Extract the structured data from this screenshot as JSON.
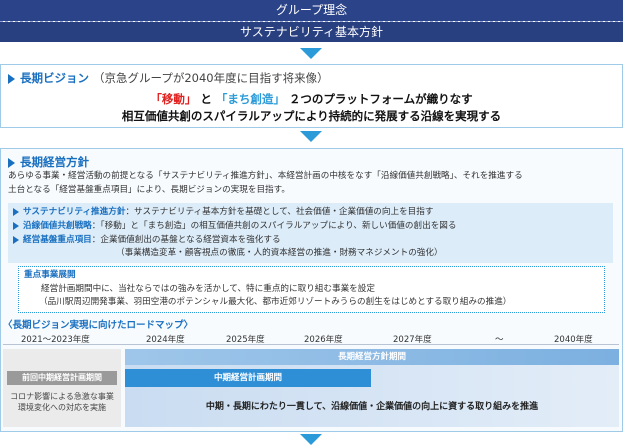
{
  "header": {
    "group_philosophy": "グループ理念",
    "sustainability_policy": "サステナビリティ基本方針"
  },
  "long_term_vision": {
    "title": "長期ビジョン",
    "subtitle": "（京急グループが2040年度に目指す将来像）",
    "q_open1": "「",
    "keyword1": "移動",
    "q_close1": "」",
    "and": "と",
    "q_open2": "「",
    "keyword2": "まち創造",
    "q_close2": "」",
    "line1_rest": "２つのプラットフォームが織りなす",
    "line2": "相互価値共創のスパイラルアップにより持続的に発展する沿線を実現する"
  },
  "long_term_strategy": {
    "title": "長期経営方針",
    "intro_line1": "あらゆる事業・経営活動の前提となる「サステナビリティ推進方針」、本経営計画の中核をなす「沿線価値共創戦略」、それを推進する",
    "intro_line2": "土台となる「経営基盤重点項目」により、長期ビジョンの実現を目指す。",
    "items": [
      {
        "label": "サステナビリティ推進方針",
        "text": "：サステナビリティ基本方針を基礎として、社会価値・企業価値の向上を目指す"
      },
      {
        "label": "沿線価値共創戦略",
        "text": "：「移動」と「まち創造」の相互価値共創のスパイラルアップにより、新しい価値の創出を図る"
      },
      {
        "label": "経営基盤重点項目",
        "text": "：企業価値創出の基盤となる経営資本を強化する"
      }
    ],
    "item3_sub": "（事業構造変革・顧客視点の徹底・人的資本経営の推進・財務マネジメントの強化）"
  },
  "priority_projects": {
    "title": "重点事業展開",
    "line1": "経営計画期間中に、当社ならではの強みを活かして、特に重点的に取り組む事業を設定",
    "line2": "（品川駅周辺開発事業、羽田空港のポテンシャル最大化、都市近郊リゾートみうらの創生をはじめとする取り組みの推進）"
  },
  "roadmap": {
    "title": "〈長期ビジョン実現に向けたロードマップ〉",
    "years": [
      "2021～2023年度",
      "2024年度",
      "2025年度",
      "2026年度",
      "2027年度",
      "～",
      "2040年度"
    ],
    "previous_plan": "前回中期経営計画期間",
    "covid_line1": "コロナ影響による急激な事業",
    "covid_line2": "環境変化への対応を実施",
    "long_term_period": "長期経営方針期間",
    "mid_term_period": "中期経営計画期間",
    "consistent": "中期・長期にわたり一貫して、沿線価値・企業価値の向上に資する取り組みを推進"
  },
  "colors": {
    "navy": "#2b4388",
    "accent_blue": "#1a70c0",
    "arrow_blue": "#2a9bd8",
    "red": "#e0201e"
  }
}
